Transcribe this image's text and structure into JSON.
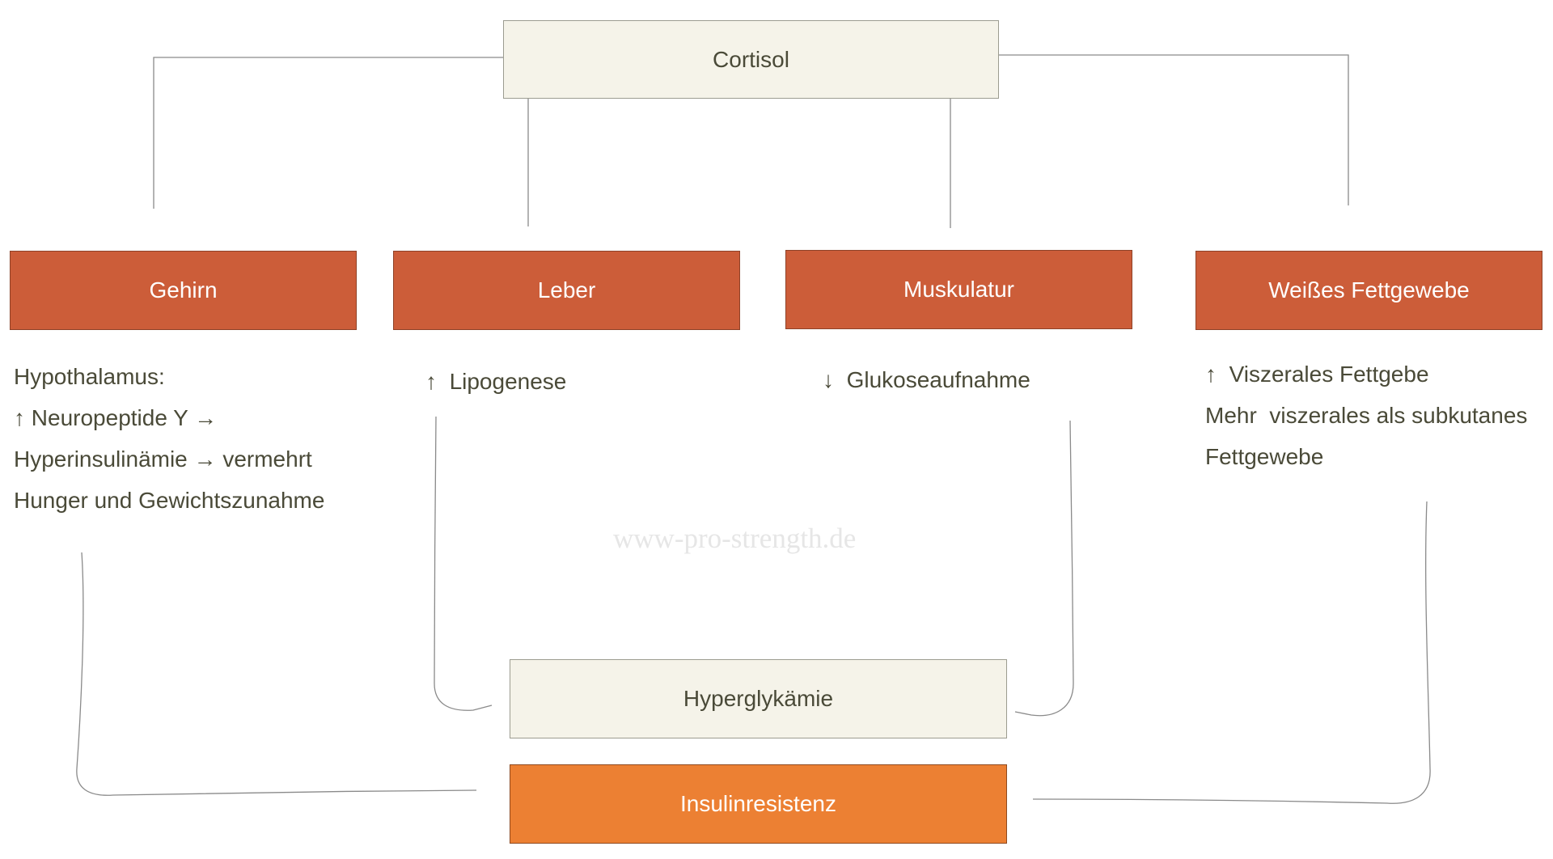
{
  "cortisol": {
    "label": "Cortisol"
  },
  "organs": {
    "brain": "Gehirn",
    "liver": "Leber",
    "muscle": "Muskulatur",
    "fat": "Weißes Fettgewebe"
  },
  "effects": {
    "brain": {
      "line1": "Hypothalamus:",
      "line2_arrow": "↑",
      "line2_text": "Neuropeptide Y",
      "line2_arrow2": "→",
      "line3_text": "Hyperinsulinämie",
      "line3_arrow": "→",
      "line3_text2": "vermehrt",
      "line4": "Hunger und Gewichtszunahme"
    },
    "liver": {
      "arrow": "↑",
      "text": "Lipogenese"
    },
    "muscle": {
      "arrow": "↓",
      "text": "Glukoseaufnahme"
    },
    "fat": {
      "arrow": "↑",
      "line1": "Viszerales Fettgebe",
      "line2": "Mehr  viszerales als subkutanes",
      "line3": "Fettgewebe"
    }
  },
  "hyperglycemia": {
    "label": "Hyperglykämie"
  },
  "insulin_resistance": {
    "label": "Insulinresistenz"
  },
  "watermark": "www-pro-strength.de",
  "colors": {
    "organ_box": "#cc5d39",
    "result_box": "#ec8033",
    "light_box": "#f5f3e9",
    "text": "#4a4a38"
  }
}
